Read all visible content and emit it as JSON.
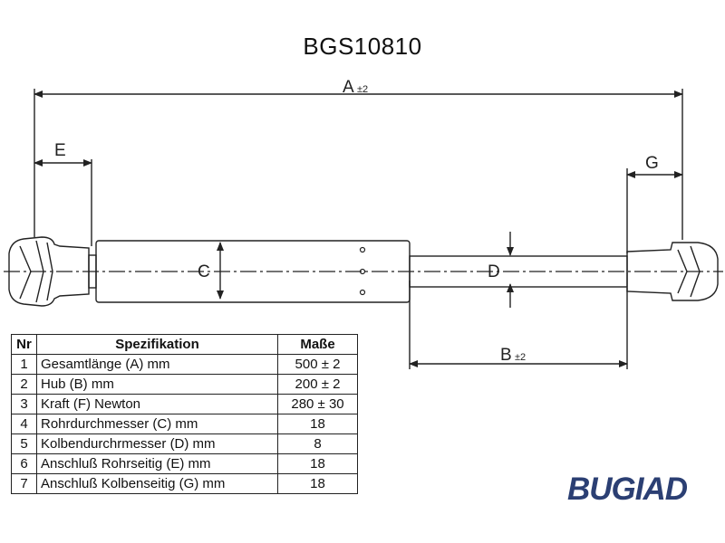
{
  "title": "BGS10810",
  "dimension_labels": {
    "a": "A",
    "a_tol": "±2",
    "b": "B",
    "b_tol": "±2",
    "c": "C",
    "d": "D",
    "e": "E",
    "g": "G"
  },
  "table": {
    "headers": [
      "Nr",
      "Spezifikation",
      "Maße"
    ],
    "rows": [
      {
        "nr": "1",
        "spec": "Gesamtlänge (A) mm",
        "value": "500 ± 2"
      },
      {
        "nr": "2",
        "spec": "Hub (B)  mm",
        "value": "200 ± 2"
      },
      {
        "nr": "3",
        "spec": "Kraft (F) Newton",
        "value": "280 ± 30"
      },
      {
        "nr": "4",
        "spec": "Rohrdurchmesser (C) mm",
        "value": "18"
      },
      {
        "nr": "5",
        "spec": "Kolbendurchrmesser (D) mm",
        "value": "8"
      },
      {
        "nr": "6",
        "spec": "Anschluß Rohrseitig (E) mm",
        "value": "18"
      },
      {
        "nr": "7",
        "spec": "Anschluß Kolbenseitig (G) mm",
        "value": "18"
      }
    ]
  },
  "logo_text": "BUGIAD",
  "colors": {
    "logo": "#2b3f73",
    "line": "#222222"
  }
}
